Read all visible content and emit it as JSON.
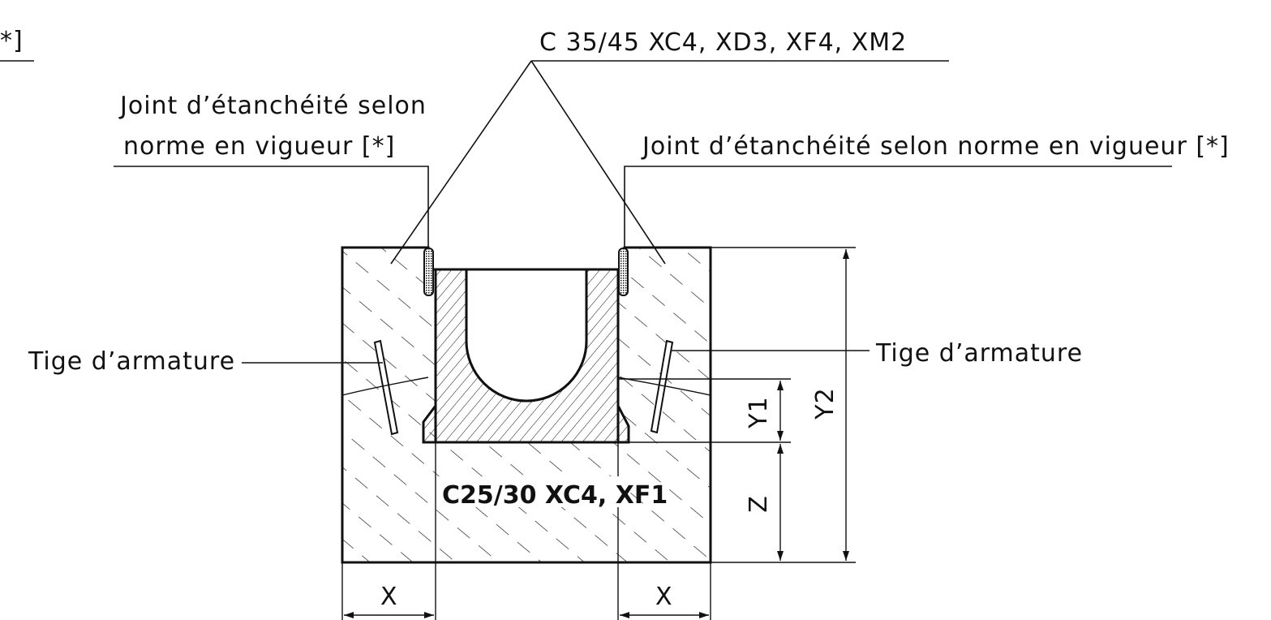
{
  "labels": {
    "concrete_top": "C 35/45 XC4, XD3, XF4, XM2",
    "joint_left_line1": "Joint d’étanchéité selon",
    "joint_left_line2": "norme en vigueur [*]",
    "joint_right": "Joint d’étanchéité selon norme en vigueur [*]",
    "corner_fragment": "*]",
    "rebar_left": "Tige d’armature",
    "rebar_right": "Tige d’armature",
    "concrete_bottom": "C25/30 XC4, XF1"
  },
  "dimensions": {
    "x_left": "X",
    "x_right": "X",
    "y1": "Y1",
    "y2": "Y2",
    "z": "Z"
  },
  "colors": {
    "line": "#111111",
    "background": "#ffffff"
  }
}
